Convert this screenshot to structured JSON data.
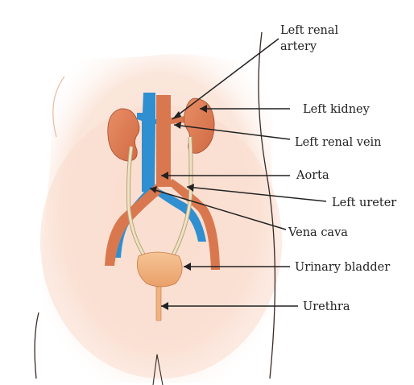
{
  "labels": {
    "left_renal_artery_1": "Left renal",
    "left_renal_artery_2": "artery",
    "left_kidney": "Left kidney",
    "left_renal_vein": "Left renal vein",
    "aorta": "Aorta",
    "left_ureter": "Left ureter",
    "vena_cava": "Vena cava",
    "urinary_bladder": "Urinary bladder",
    "urethra": "Urethra"
  },
  "colors": {
    "skin": "#f9ddd0",
    "kidney": "#e4825a",
    "aorta": "#d9784f",
    "vena_cava": "#2f8fd0",
    "ureter": "#efe3c3",
    "bladder": "#f0b27e",
    "leader_line": "#222222"
  }
}
